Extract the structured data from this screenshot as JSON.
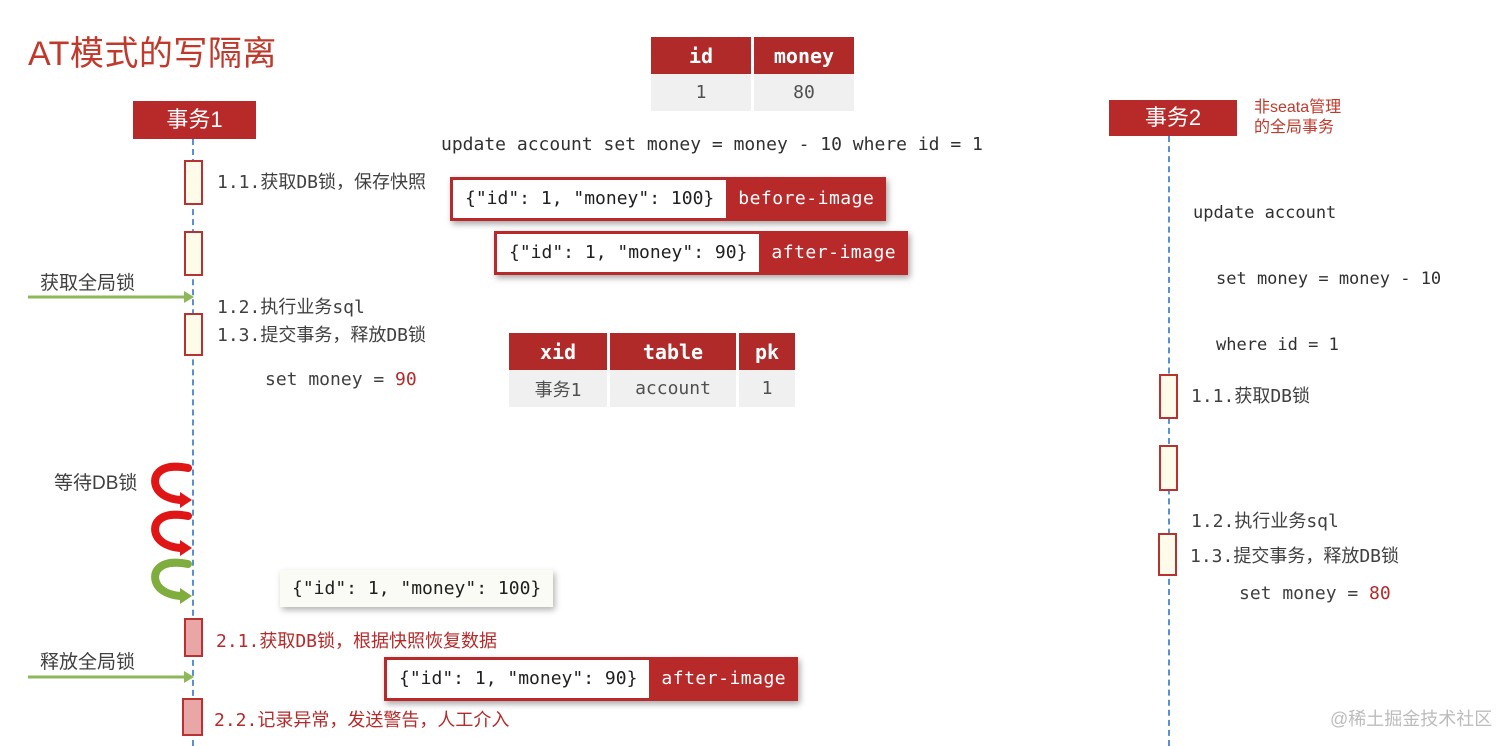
{
  "title": "AT模式的写隔离",
  "tx1": {
    "label": "事务1"
  },
  "tx2": {
    "label": "事务2",
    "note_line1": "非seata管理",
    "note_line2": "的全局事务"
  },
  "data_table": {
    "headers": [
      "id",
      "money"
    ],
    "row": [
      "1",
      "80"
    ]
  },
  "update_sql": "update account set money = money - 10 where id = 1",
  "tx1_steps": {
    "s11": "1.1.获取DB锁，保存快照",
    "s12_line1": "1.2.执行业务sql",
    "s12_line2_prefix": "set money = ",
    "s12_line2_value": "90",
    "s13": "1.3.提交事务，释放DB锁",
    "s21": "2.1.获取DB锁，根据快照恢复数据",
    "s22": "2.2.记录异常，发送警告，人工介入"
  },
  "before_image": {
    "json": "{\"id\": 1, \"money\": 100}",
    "tag": "before-image"
  },
  "after_image": {
    "json": "{\"id\": 1, \"money\": 90}",
    "tag": "after-image"
  },
  "lock_table": {
    "headers": [
      "xid",
      "table",
      "pk"
    ],
    "row": [
      "事务1",
      "account",
      "1"
    ]
  },
  "side_labels": {
    "get_global_lock": "获取全局锁",
    "wait_db_lock": "等待DB锁",
    "release_global_lock": "释放全局锁"
  },
  "restore_snapshot": "{\"id\": 1, \"money\": 100}",
  "after_image_2": {
    "json": "{\"id\": 1, \"money\": 90}",
    "tag": "after-image"
  },
  "tx2_sql": {
    "line1": "update account",
    "line2": "set money = money - 10",
    "line3": "where id = 1"
  },
  "tx2_steps": {
    "s11": "1.1.获取DB锁",
    "s12_line1": "1.2.执行业务sql",
    "s12_line2_prefix": "set money = ",
    "s12_line2_value": "80",
    "s13": "1.3.提交事务，释放DB锁"
  },
  "watermark": "@稀土掘金技术社区",
  "colors": {
    "accent_red": "#b82a2a",
    "green_arrow": "#8db85a",
    "lifeline_blue": "#5b8fd0"
  }
}
